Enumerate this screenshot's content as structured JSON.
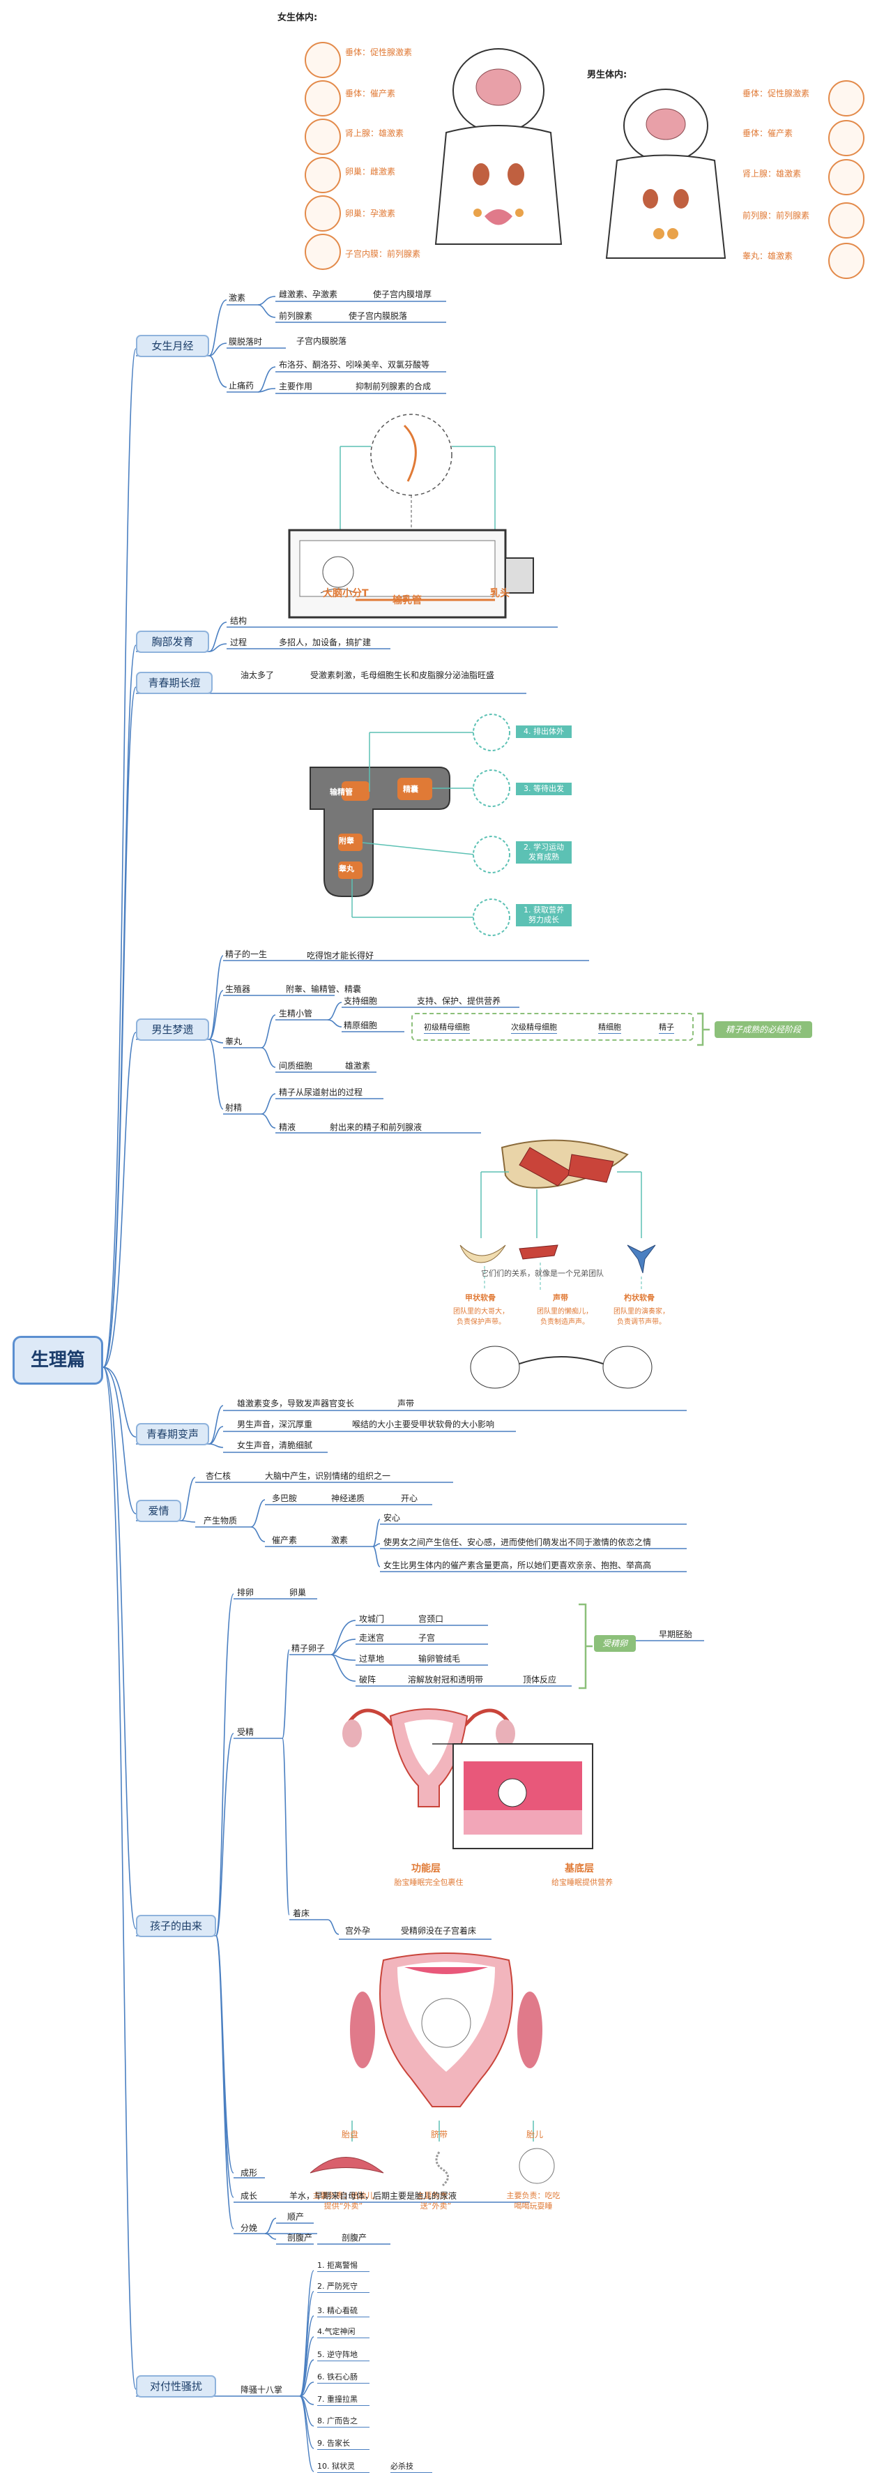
{
  "root": "生理篇",
  "intro": {
    "female_title": "女生体内:",
    "male_title": "男生体内:",
    "female_glands": [
      "垂体：促性腺激素",
      "垂体：催产素",
      "肾上腺：雄激素",
      "卵巢：雌激素",
      "卵巢：孕激素",
      "子宫内膜：前列腺素"
    ],
    "male_glands": [
      "垂体：促性腺激素",
      "垂体：催产素",
      "肾上腺：雄激素",
      "前列腺：前列腺素",
      "睾丸：雄激素"
    ]
  },
  "menstruation": {
    "label": "女生月经",
    "hormone": "激素",
    "estrogen": "雌激素、孕激素",
    "estrogen_note": "使子宫内膜增厚",
    "prostaglandin": "前列腺素",
    "prostaglandin_note": "使子宫内膜脱落",
    "shedding": "膜脱落时",
    "shedding_note": "子宫内膜脱落",
    "painkiller": "止痛药",
    "painkiller_list": "布洛芬、酮洛芬、吲哚美辛、双氯芬酸等",
    "painkiller_fn": "主要作用",
    "painkiller_fn_note": "抑制前列腺素的合成"
  },
  "breast": {
    "label": "胸部发育",
    "structure": "结构",
    "process": "过程",
    "process_note": "多招人，加设备，搞扩建",
    "fig_labels": [
      "大脑小分T",
      "输乳管",
      "乳头"
    ]
  },
  "puberty_symptom": {
    "label": "青春期长痘",
    "cause": "油太多了",
    "note": "受激素刺激，毛母细胞生长和皮脂腺分泌油脂旺盛"
  },
  "male_dream": {
    "label": "男生梦遗",
    "fig_labels": [
      "输精管",
      "附睾",
      "睾丸",
      "精囊"
    ],
    "fig_steps": [
      "4. 排出体外",
      "3. 等待出发",
      "2. 学习运动\n发育成熟",
      "1. 获取营养\n努力成长"
    ],
    "sperm_life": "精子的一生",
    "sperm_life_note": "吃得饱才能长得好",
    "organ": "生殖器",
    "organ_note": "附睾、输精管、精囊",
    "testis": "睾丸",
    "tubule": "生精小管",
    "support": "支持细胞",
    "support_note": "支持、保护、提供营养",
    "spermatogenic": "精原细胞",
    "stages": [
      "初级精母细胞",
      "次级精母细胞",
      "精细胞",
      "精子"
    ],
    "stage_tag": "精子成熟的必经阶段",
    "interstitial": "间质细胞",
    "interstitial_note": "雄激素",
    "ejaculate": "射精",
    "ejaculate_desc": "精子从尿道射出的过程",
    "semen": "精液",
    "semen_note": "射出来的精子和前列腺液"
  },
  "voice": {
    "label": "青春期变声",
    "fig_caption": "它们们的关系，就像是一个兄弟团队",
    "fig_parts": [
      "甲状软骨",
      "声带",
      "杓状软骨"
    ],
    "fig_notes": [
      "团队里的大哥大，\n负责保护声带。",
      "团队里的懒痴儿，\n负责制造声声。",
      "团队里的演奏家，\n负责调节声带。"
    ],
    "row1": "雄激素变多，导致发声器官变长",
    "row1_note": "声带",
    "row2": "男生声音，深沉厚重",
    "row2_note": "喉结的大小主要受甲状软骨的大小影响",
    "row3": "女生声音，清脆细腻"
  },
  "love": {
    "label": "爱情",
    "amygdala": "杏仁核",
    "amygdala_note": "大脑中产生，识别情绪的组织之一",
    "substance": "产生物质",
    "dopamine": "多巴胺",
    "dopamine_type": "神经递质",
    "dopamine_note": "开心",
    "oxytocin": "催产素",
    "oxytocin_type": "激素",
    "oxytocin_note1": "安心",
    "oxytocin_note2": "使男女之间产生信任、安心感，进而使他们萌发出不同于激情的依恋之情",
    "oxytocin_note3": "女生比男生体内的催产素含量更高，所以她们更喜欢亲亲、抱抱、举高高"
  },
  "baby": {
    "label": "孩子的由来",
    "ovulation": "排卵",
    "ovulation_note": "卵巢",
    "fertilize": "受精",
    "sperm_egg": "精子卵子",
    "steps": [
      "攻城门",
      "走迷宫",
      "过草地",
      "破阵"
    ],
    "step_notes": [
      "宫颈口",
      "子宫",
      "输卵管绒毛",
      "溶解放射冠和透明带"
    ],
    "last_note": "顶体反应",
    "embryo": "受精卵",
    "embryo_note": "早期胚胎",
    "fig_layers": [
      "功能层",
      "基底层"
    ],
    "fig_layer_notes": [
      "胎宝睡眠完全包裹住",
      "给宝睡眠提供营养"
    ],
    "implant": "着床",
    "ectopic": "宫外孕",
    "ectopic_note": "受精卵没在子宫着床",
    "fig2_parts": [
      "胎盘",
      "脐带",
      "胎儿"
    ],
    "fig2_notes": [
      "主要负责：给胎儿\n提供“外卖”",
      "主要负责：\n送“外卖”",
      "主要负责：吃吃\n喝喝玩耍睡"
    ],
    "form": "成形",
    "grow": "成长",
    "grow_note": "羊水，早期来自母体，后期主要是胎儿的尿液",
    "delivery": "分娩",
    "natural": "顺产",
    "csection": "剖腹产",
    "csection_note": "剖腹产"
  },
  "harass": {
    "label": "对付性骚扰",
    "group": "降骚十八掌",
    "items": [
      "1. 拒离警惕",
      "2. 严防死守",
      "3. 精心看硫",
      "4.气定神闲",
      "5. 逆守阵地",
      "6. 铁石心肠",
      "7. 重撞拉黑",
      "8. 广而告之",
      "9. 告家长",
      "10. 狱状灵"
    ],
    "last_note": "必杀技"
  }
}
